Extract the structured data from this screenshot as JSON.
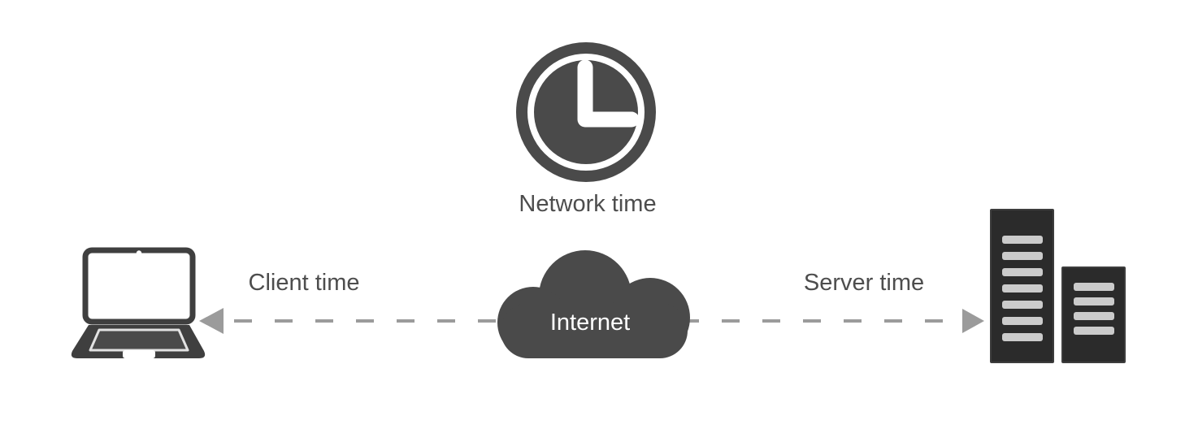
{
  "labels": {
    "network_time": "Network time",
    "client_time": "Client time",
    "internet": "Internet",
    "server_time": "Server time"
  },
  "icons": {
    "clock": "clock-icon",
    "laptop": "laptop-icon",
    "cloud": "cloud-icon",
    "server_rack": "server-rack-icon",
    "arrow_left": "arrowhead-left-icon",
    "arrow_right": "arrowhead-right-icon"
  },
  "connector": {
    "style": "dashed",
    "direction": "bidirectional"
  },
  "colors": {
    "icon_dark_gray": "#4a4a4a",
    "laptop_frame": "#3f3f3f",
    "server_dark": "#2b2b2b",
    "slat_light_gray": "#cbcbcb",
    "connector_gray": "#9b9b9b",
    "label_text": "#4d4d4d",
    "background": "#ffffff"
  }
}
